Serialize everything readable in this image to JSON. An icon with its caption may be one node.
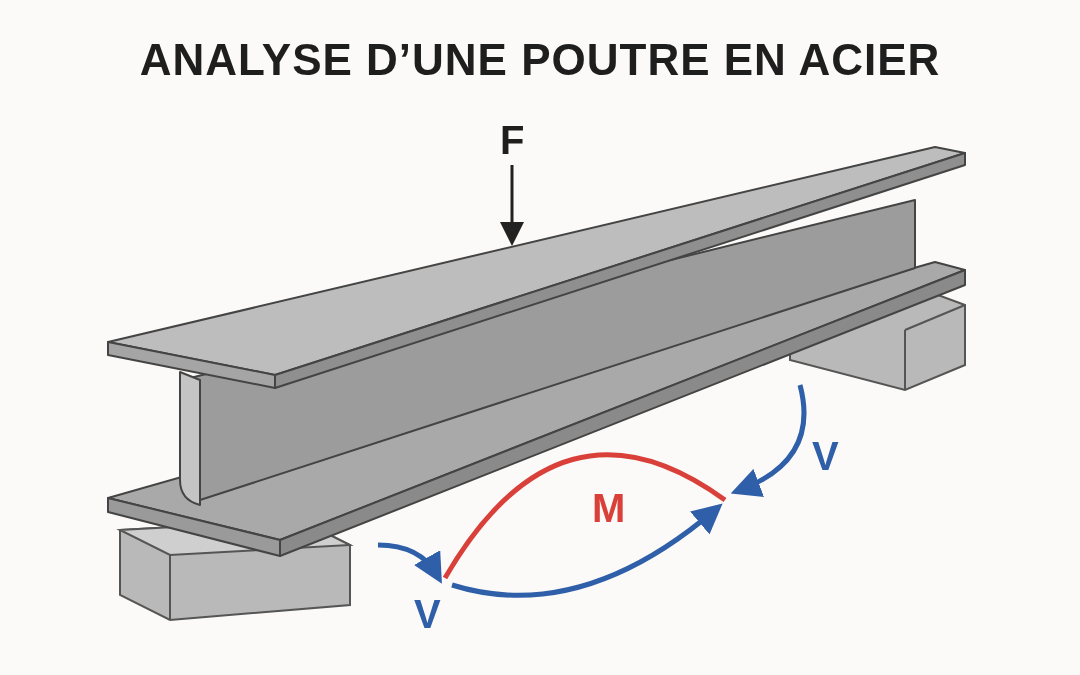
{
  "diagram": {
    "title": "ANALYSE D’UNE POUTRE EN ACIER",
    "labels": [
      "F",
      "V",
      "M",
      "V"
    ]
  }
}
